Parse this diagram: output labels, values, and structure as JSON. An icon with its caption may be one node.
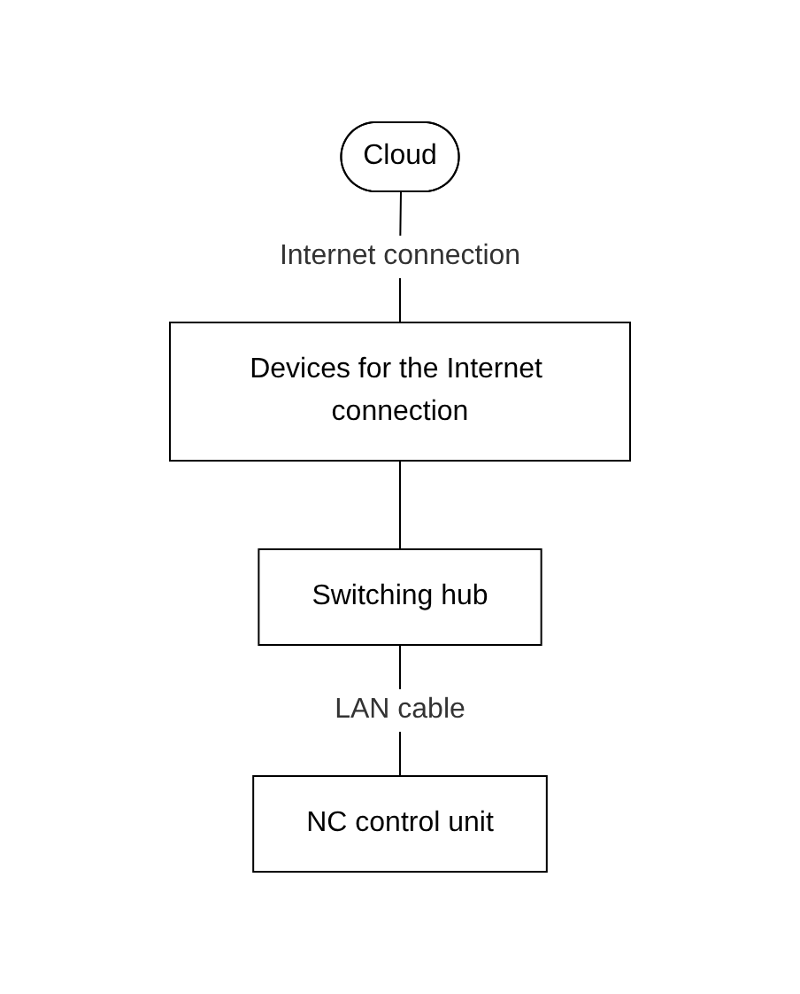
{
  "diagram": {
    "nodes": [
      {
        "text": [
          "Cloud"
        ]
      },
      {
        "text": [
          "Devices for the Internet connection"
        ]
      },
      {
        "text": [
          "Switching hub"
        ]
      },
      {
        "text": [
          "NC control unit"
        ]
      }
    ],
    "edges": [
      {
        "from": 0,
        "to": 1,
        "arrow": "none",
        "label": "Internet connection"
      },
      {
        "from": 1,
        "to": 2,
        "arrow": "none"
      },
      {
        "from": 2,
        "to": 3,
        "arrow": "none",
        "label": "LAN cable"
      }
    ]
  }
}
